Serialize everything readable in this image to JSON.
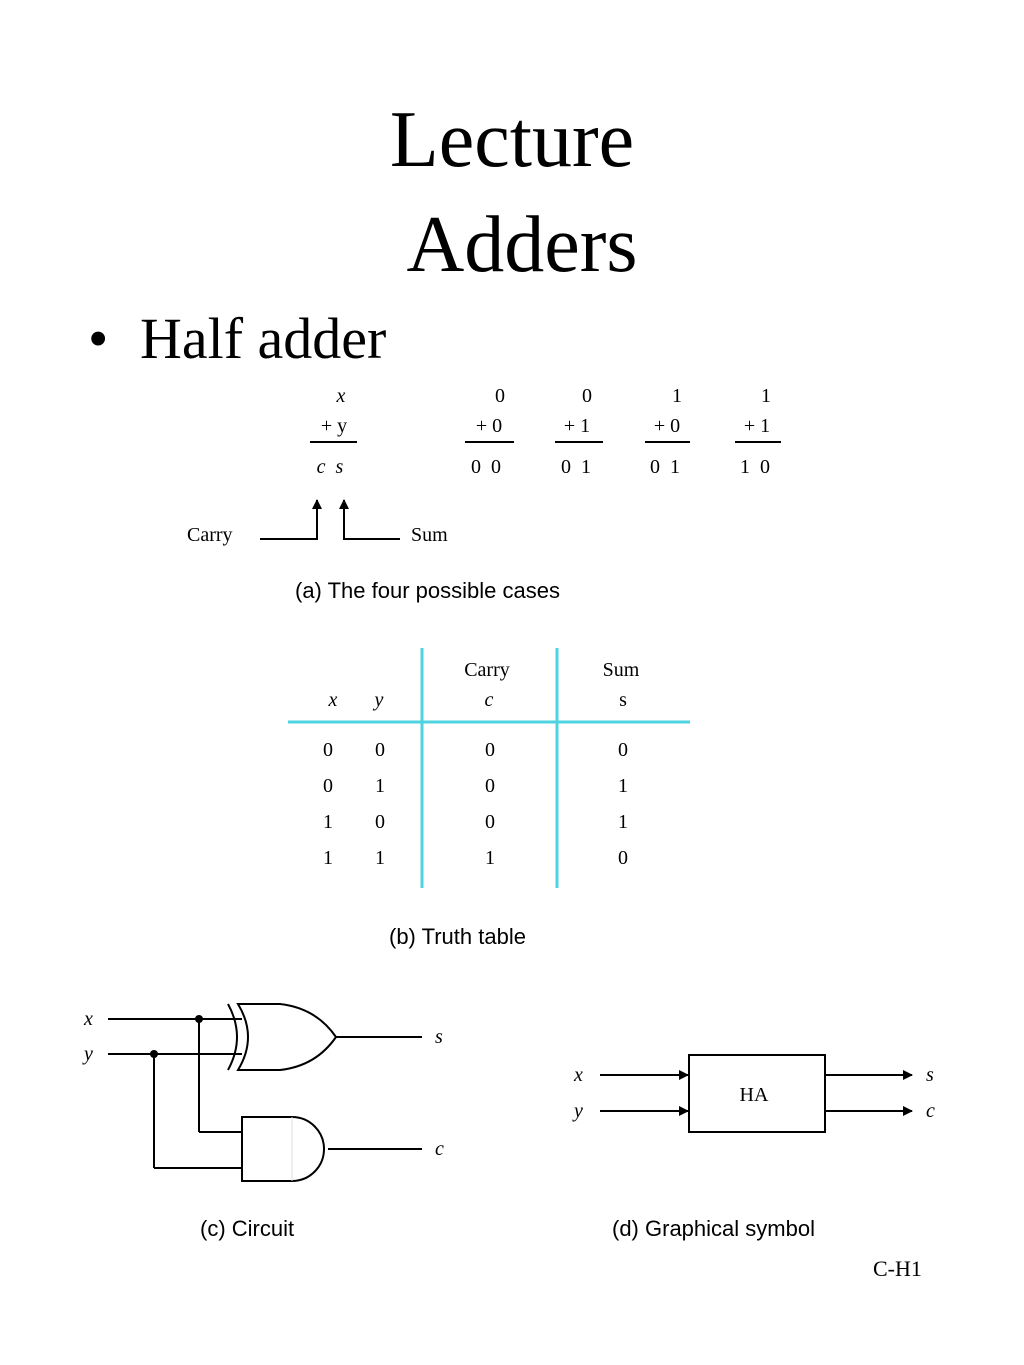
{
  "title_line1": "Lecture",
  "title_line2": "Adders",
  "bullet": {
    "symbol": "•",
    "text": "Half adder"
  },
  "cases": {
    "generic": {
      "top": "x",
      "operand": "+ y",
      "result": "c  s"
    },
    "examples": [
      {
        "top": "0",
        "operand": "+ 0",
        "result": "0  0"
      },
      {
        "top": "0",
        "operand": "+ 1",
        "result": "0  1"
      },
      {
        "top": "1",
        "operand": "+ 0",
        "result": "0  1"
      },
      {
        "top": "1",
        "operand": "+ 1",
        "result": "1  0"
      }
    ],
    "carry_label": "Carry",
    "sum_label": "Sum",
    "caption": "(a) The four possible cases"
  },
  "truth_table": {
    "headers": {
      "x": "x",
      "y": "y",
      "carry_top": "Carry",
      "carry_sub": "c",
      "sum_top": "Sum",
      "sum_sub": "s"
    },
    "rows": [
      [
        "0",
        "0",
        "0",
        "0"
      ],
      [
        "0",
        "1",
        "0",
        "1"
      ],
      [
        "1",
        "0",
        "0",
        "1"
      ],
      [
        "1",
        "1",
        "1",
        "0"
      ]
    ],
    "rule_color": "#4fd3e0",
    "caption": "(b) Truth table"
  },
  "circuit": {
    "input_x": "x",
    "input_y": "y",
    "output_s": "s",
    "output_c": "c",
    "caption": "(c) Circuit"
  },
  "symbol": {
    "block_label": "HA",
    "input_x": "x",
    "input_y": "y",
    "output_s": "s",
    "output_c": "c",
    "caption": "(d) Graphical symbol"
  },
  "footer": "C-H1"
}
